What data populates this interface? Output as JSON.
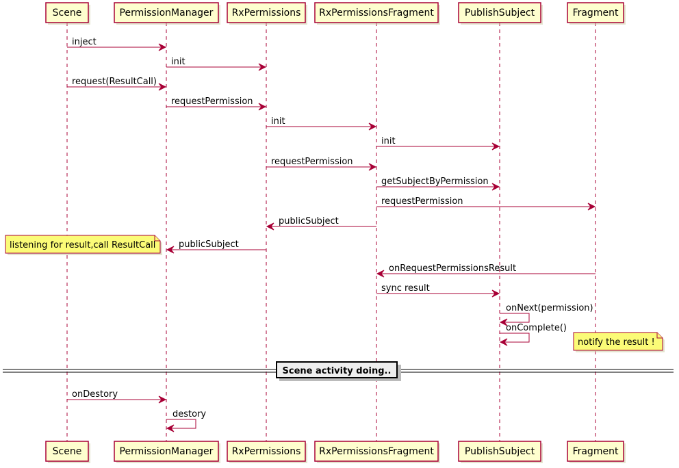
{
  "participants": [
    {
      "id": "scene",
      "label": "Scene"
    },
    {
      "id": "pm",
      "label": "PermissionManager"
    },
    {
      "id": "rx",
      "label": "RxPermissions"
    },
    {
      "id": "rxf",
      "label": "RxPermissionsFragment"
    },
    {
      "id": "ps",
      "label": "PublishSubject"
    },
    {
      "id": "frag",
      "label": "Fragment"
    }
  ],
  "messages": [
    {
      "from": "scene",
      "to": "pm",
      "label": "inject"
    },
    {
      "from": "pm",
      "to": "rx",
      "label": "init"
    },
    {
      "from": "scene",
      "to": "pm",
      "label": "request(ResultCall)"
    },
    {
      "from": "pm",
      "to": "rx",
      "label": "requestPermission"
    },
    {
      "from": "rx",
      "to": "rxf",
      "label": "init"
    },
    {
      "from": "rxf",
      "to": "ps",
      "label": "init"
    },
    {
      "from": "rx",
      "to": "rxf",
      "label": "requestPermission"
    },
    {
      "from": "rxf",
      "to": "ps",
      "label": "getSubjectByPermission"
    },
    {
      "from": "rxf",
      "to": "frag",
      "label": "requestPermission"
    },
    {
      "from": "rxf",
      "to": "rx",
      "label": "publicSubject"
    },
    {
      "from": "rx",
      "to": "pm",
      "label": "publicSubject"
    },
    {
      "from": "frag",
      "to": "rxf",
      "label": "onRequestPermissionsResult"
    },
    {
      "from": "rxf",
      "to": "ps",
      "label": "sync result"
    },
    {
      "from": "ps",
      "to": "ps",
      "label": "onNext(permission)"
    },
    {
      "from": "ps",
      "to": "ps",
      "label": "onComplete()"
    },
    {
      "from": "scene",
      "to": "pm",
      "label": "onDestory"
    },
    {
      "from": "pm",
      "to": "pm",
      "label": "destory"
    }
  ],
  "notes": [
    {
      "text": "listening for result,call ResultCall",
      "side": "left",
      "of": "pm"
    },
    {
      "text": "notify the result !",
      "side": "right",
      "of": "ps"
    }
  ],
  "divider": {
    "label": "Scene activity doing.."
  }
}
